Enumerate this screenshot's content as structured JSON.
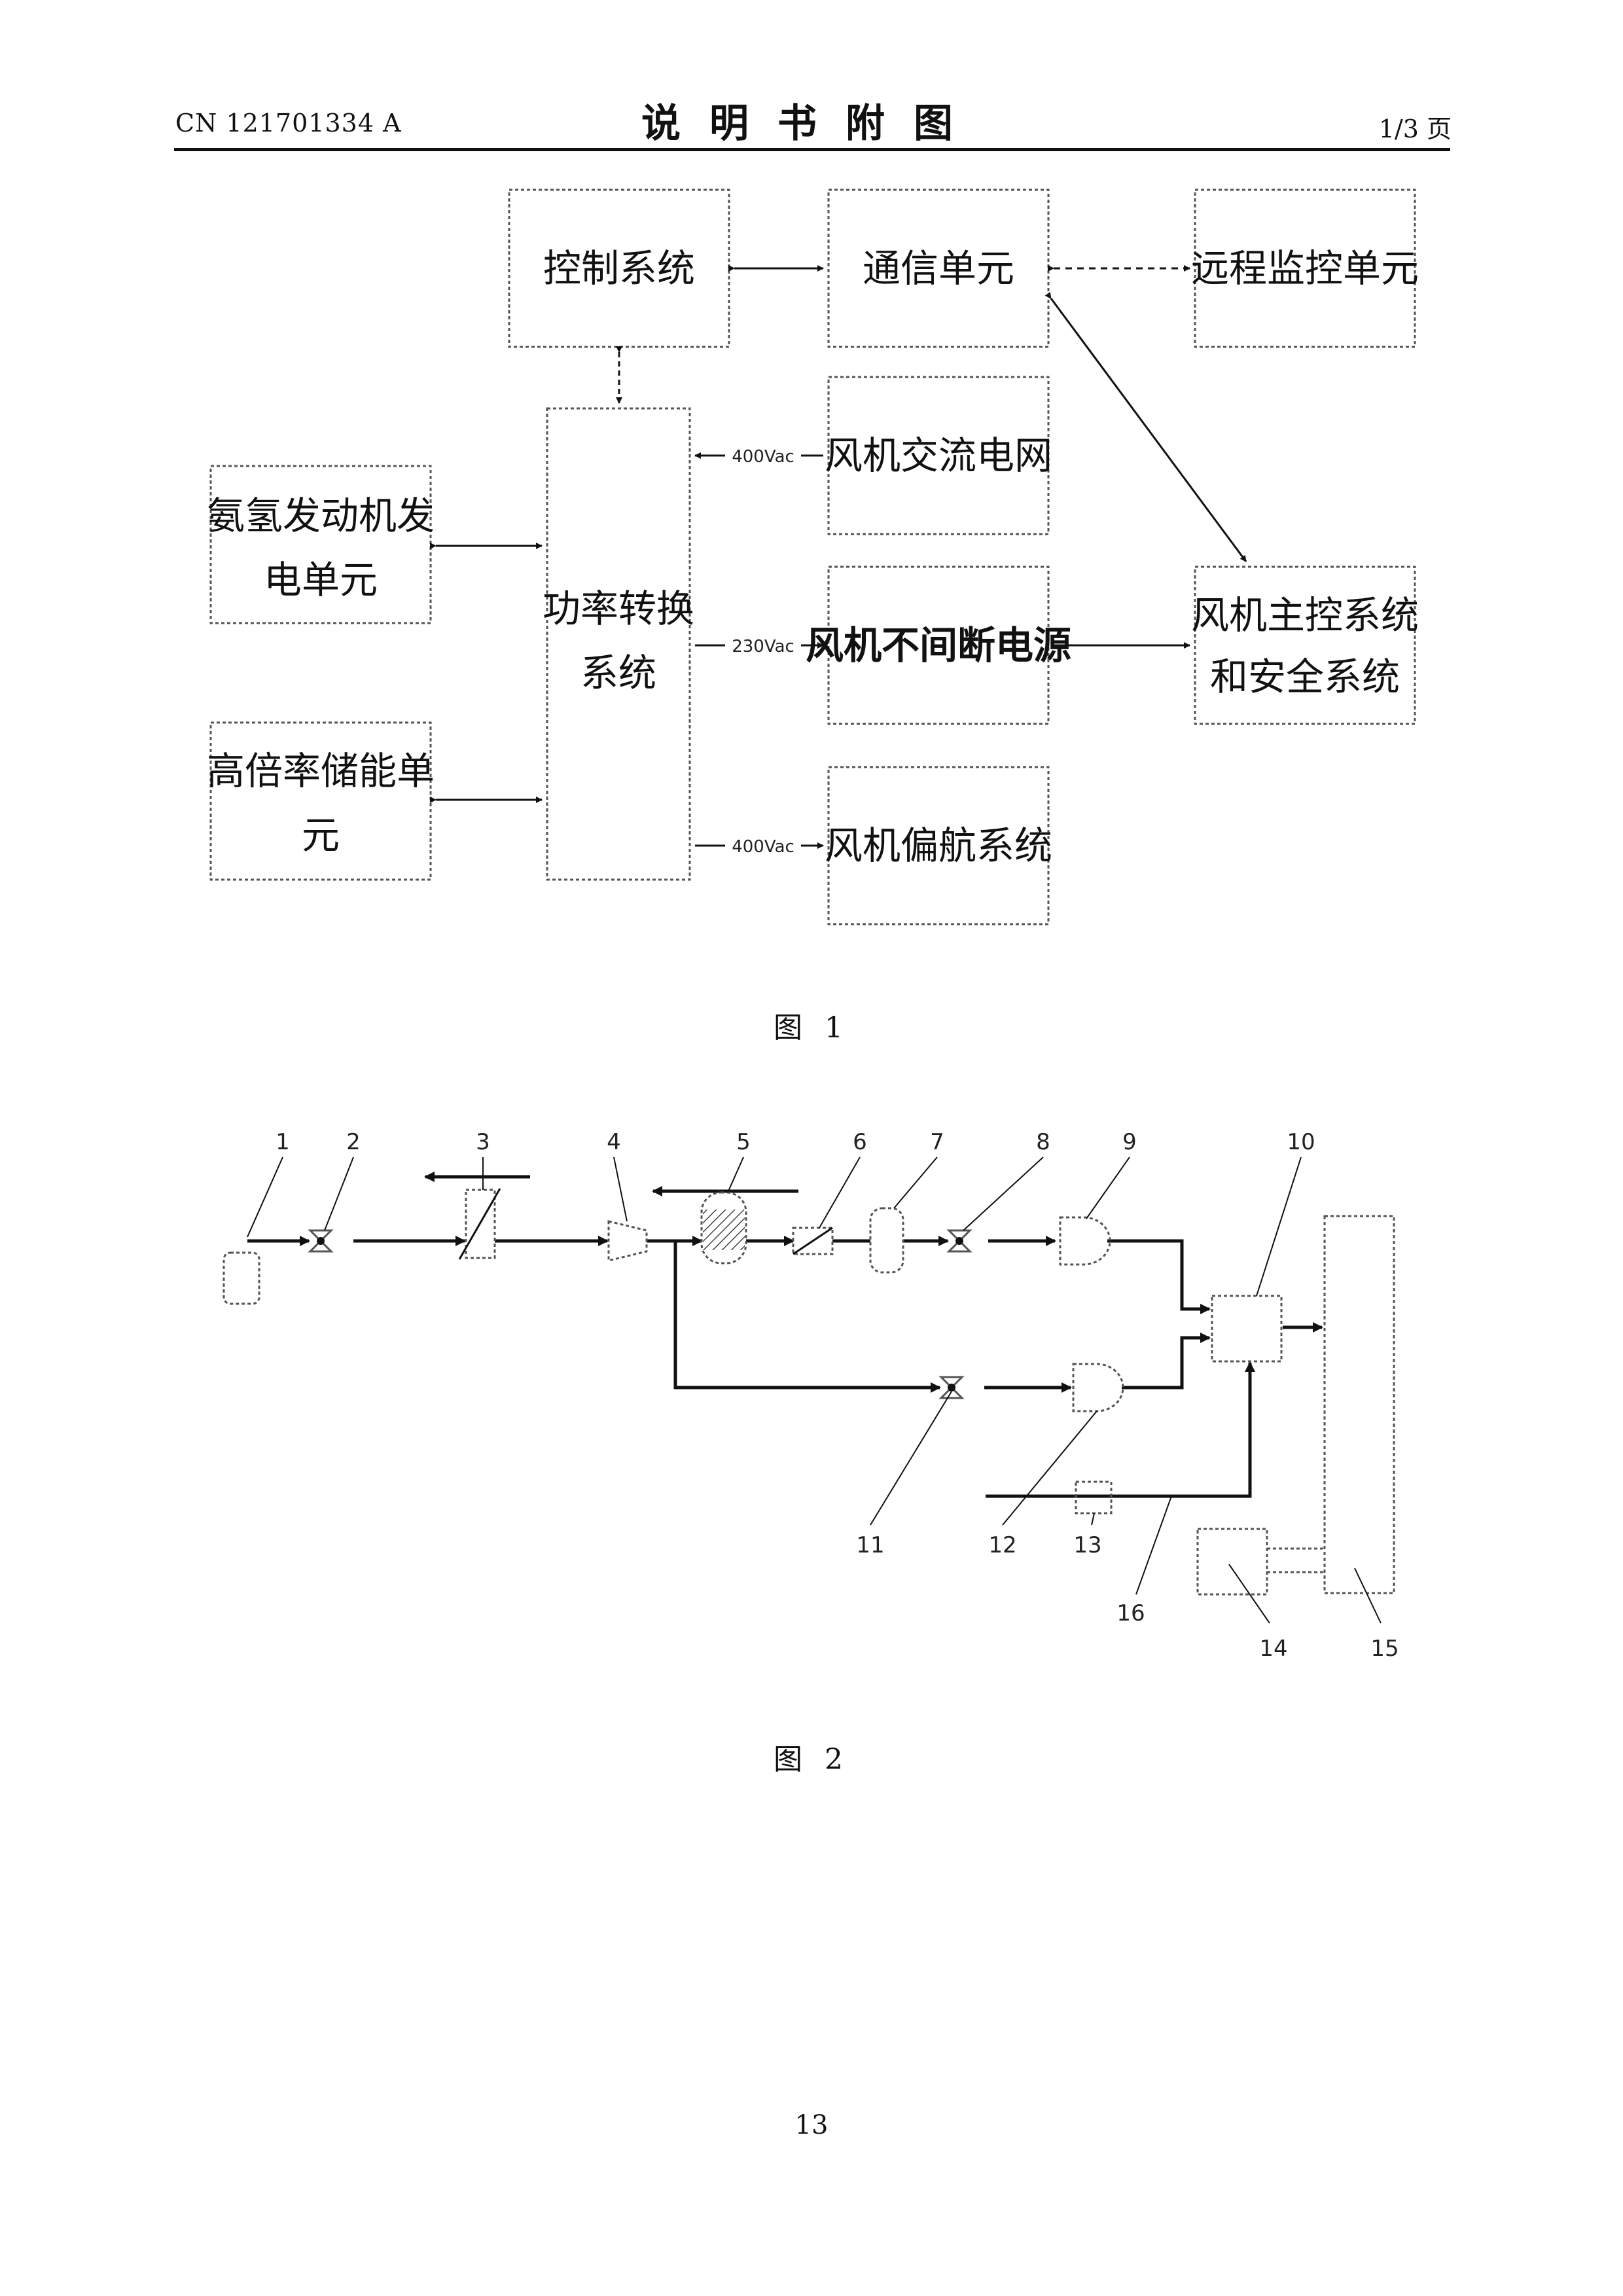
{
  "header": {
    "doc_number": "CN 121701334 A",
    "title": "说明书附图",
    "page_of": "1/3 页"
  },
  "figure1": {
    "caption": "图 1",
    "boxes": {
      "control": "控制系统",
      "comm": "通信单元",
      "remote": "远程监控单元",
      "grid_line1": "风机交流电网",
      "ammonia_line1": "氨氢发动机发",
      "ammonia_line2": "电单元",
      "power_line1": "功率转换",
      "power_line2": "系统",
      "ups": "风机不间断电源",
      "main_line1": "风机主控系统",
      "main_line2": "和安全系统",
      "storage_line1": "高倍率储能单",
      "storage_line2": "元",
      "yaw": "风机偏航系统"
    },
    "labels": {
      "grid_v": "400Vac",
      "ups_v": "230Vac",
      "yaw_v": "400Vac"
    }
  },
  "figure2": {
    "caption": "图 2",
    "numbers": [
      "1",
      "2",
      "3",
      "4",
      "5",
      "6",
      "7",
      "8",
      "9",
      "10",
      "11",
      "12",
      "13",
      "14",
      "15",
      "16"
    ]
  },
  "footer": {
    "page_number": "13"
  }
}
